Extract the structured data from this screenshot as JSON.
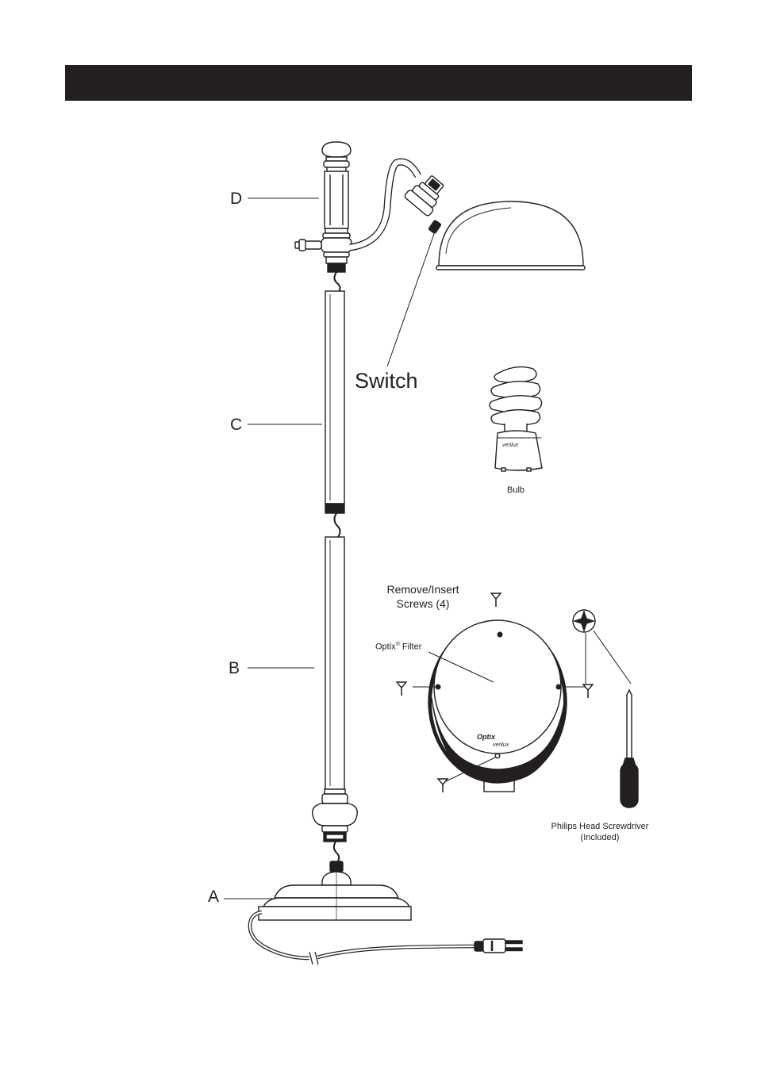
{
  "parts": {
    "a": "A",
    "b": "B",
    "c": "C",
    "d": "D"
  },
  "switch_label": "Switch",
  "bulb": {
    "label": "Bulb",
    "brand": "verilux"
  },
  "filter": {
    "instruction_line1": "Remove/Insert",
    "instruction_line2": "Screws (4)",
    "label": "Optix",
    "label_suffix": "Filter",
    "logo_word": "Optix",
    "logo_brand": "verilux"
  },
  "screwdriver": {
    "label_line1": "Philips Head Screwdriver",
    "label_line2": "(Included)"
  },
  "colors": {
    "ink": "#231f20",
    "paper": "#ffffff"
  }
}
